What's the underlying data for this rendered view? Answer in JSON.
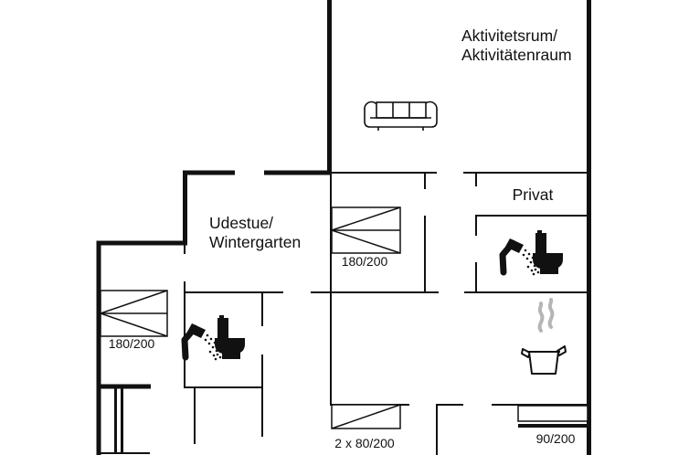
{
  "colors": {
    "line": "#111111",
    "steam": "#b5b5b5",
    "background": "#ffffff"
  },
  "rooms": {
    "activity": {
      "label_line1": "Aktivitetsrum/",
      "label_line2": "Aktivitätenraum"
    },
    "conservatory": {
      "label_line1": "Udestue/",
      "label_line2": "Wintergarten"
    },
    "private": {
      "label": "Privat"
    }
  },
  "beds": {
    "double_main": {
      "label": "180/200"
    },
    "double_west": {
      "label": "180/200"
    },
    "bunk_south": {
      "label": "2 x 80/200"
    },
    "single_south": {
      "label": "90/200"
    }
  },
  "icons": {
    "sofa": "sofa-icon",
    "shower_toilet_west": "shower-toilet-icon",
    "shower_toilet_private": "shower-toilet-icon",
    "cooking_pot": "cooking-pot-icon"
  }
}
